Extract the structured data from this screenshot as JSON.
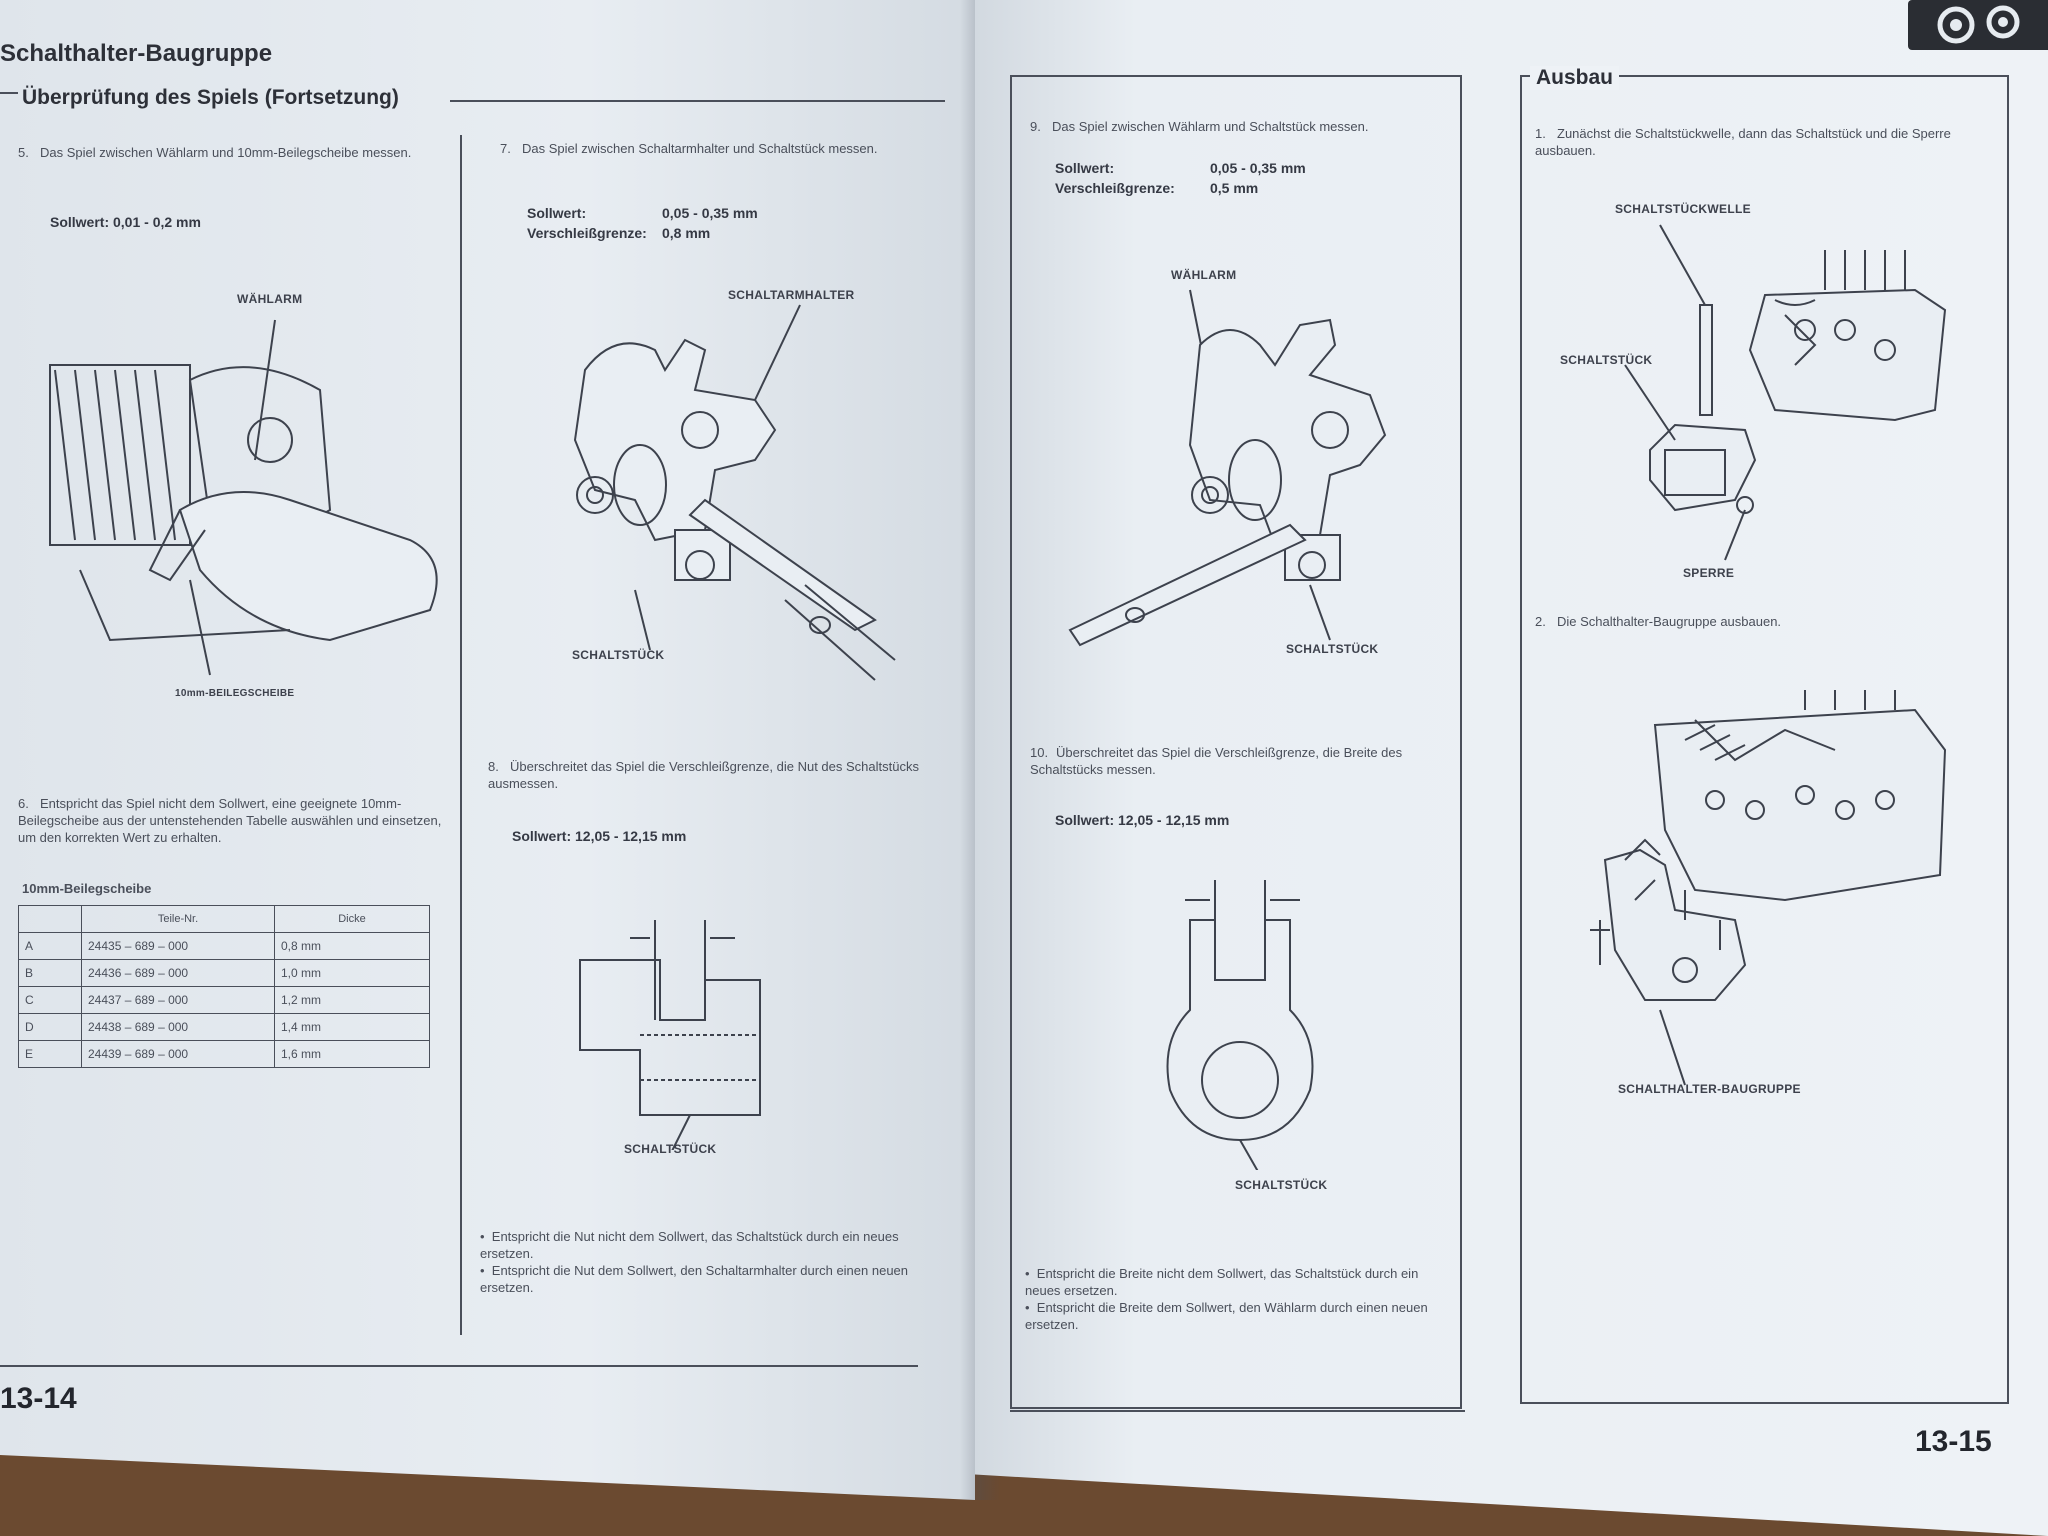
{
  "left_page": {
    "title": "Schalthalter-Baugruppe",
    "section": "Überprüfung des Spiels (Fortsetzung)",
    "step5": {
      "num": "5.",
      "text": "Das Spiel zwischen Wählarm und 10mm-Beilegscheibe messen.",
      "spec": "Sollwert: 0,01 - 0,2 mm",
      "label_top": "WÄHLARM",
      "label_bottom": "10mm-BEILEGSCHEIBE"
    },
    "step6": {
      "num": "6.",
      "text": "Entspricht das Spiel nicht dem Sollwert, eine geeignete 10mm-Beilegscheibe aus der untenstehenden Tabelle auswählen und einsetzen, um den korrekten Wert zu erhalten."
    },
    "table": {
      "caption": "10mm-Beilegscheibe",
      "headers": [
        "",
        "Teile-Nr.",
        "Dicke"
      ],
      "rows": [
        [
          "A",
          "24435 – 689 – 000",
          "0,8 mm"
        ],
        [
          "B",
          "24436 – 689 – 000",
          "1,0 mm"
        ],
        [
          "C",
          "24437 – 689 – 000",
          "1,2 mm"
        ],
        [
          "D",
          "24438 – 689 – 000",
          "1,4 mm"
        ],
        [
          "E",
          "24439 – 689 – 000",
          "1,6 mm"
        ]
      ]
    },
    "step7": {
      "num": "7.",
      "text": "Das Spiel zwischen Schaltarmhalter und Schaltstück messen.",
      "spec_label1": "Sollwert:",
      "spec_value1": "0,05 - 0,35 mm",
      "spec_label2": "Verschleißgrenze:",
      "spec_value2": "0,8 mm",
      "label_top": "SCHALTARMHALTER",
      "label_bottom": "SCHALTSTÜCK"
    },
    "step8": {
      "num": "8.",
      "text": "Überschreitet das Spiel die Verschleißgrenze, die Nut des Schaltstücks ausmessen.",
      "spec": "Sollwert: 12,05 - 12,15 mm",
      "label": "SCHALTSTÜCK"
    },
    "bullets": [
      "Entspricht die Nut nicht dem Sollwert, das Schaltstück durch ein neues ersetzen.",
      "Entspricht die Nut dem Sollwert, den Schaltarmhalter durch einen neuen ersetzen."
    ],
    "page_number": "13-14"
  },
  "right_page": {
    "step9": {
      "num": "9.",
      "text": "Das Spiel zwischen Wählarm und Schaltstück messen.",
      "spec_label1": "Sollwert:",
      "spec_value1": "0,05 - 0,35 mm",
      "spec_label2": "Verschleißgrenze:",
      "spec_value2": "0,5 mm",
      "label_top": "WÄHLARM",
      "label_bottom": "SCHALTSTÜCK"
    },
    "step10": {
      "num": "10.",
      "text": "Überschreitet das Spiel die Verschleißgrenze, die Breite des Schaltstücks messen.",
      "spec": "Sollwert: 12,05 - 12,15 mm",
      "label": "SCHALTSTÜCK"
    },
    "bullets": [
      "Entspricht die Breite nicht dem Sollwert, das Schaltstück durch ein neues ersetzen.",
      "Entspricht die Breite dem Sollwert, den Wählarm durch einen neuen ersetzen."
    ],
    "ausbau": {
      "heading": "Ausbau",
      "step1": {
        "num": "1.",
        "text": "Zunächst die Schaltstückwelle, dann das Schaltstück und die Sperre ausbauen.",
        "label_shaft": "SCHALTSTÜCKWELLE",
        "label_fork": "SCHALTSTÜCK",
        "label_lock": "SPERRE"
      },
      "step2": {
        "num": "2.",
        "text": "Die Schalthalter-Baugruppe ausbauen.",
        "label": "SCHALTHALTER-BAUGRUPPE"
      }
    },
    "page_number": "13-15"
  },
  "icons": {
    "corner": "gear-icon"
  }
}
